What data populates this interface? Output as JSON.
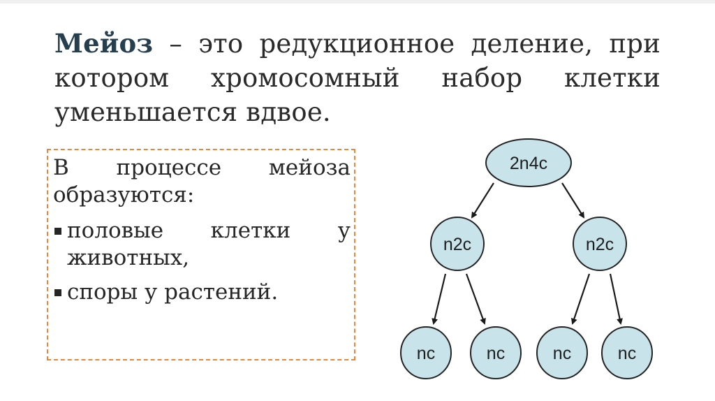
{
  "heading": {
    "term": "Мейоз",
    "definition": " – это редукционное деление, при котором хромосомный набор клетки уменьшается вдвое."
  },
  "box": {
    "intro": "В процессе мейоза образуются:",
    "items": [
      "половые клетки у животных,",
      "споры у растений."
    ]
  },
  "diagram": {
    "root": "2n4c",
    "level2": [
      "n2c",
      "n2c"
    ],
    "level3": [
      "nc",
      "nc",
      "nc",
      "nc"
    ]
  },
  "colors": {
    "node_fill": "#c8e3ea",
    "box_border": "#e8863a",
    "heading_term": "#263f4f"
  }
}
